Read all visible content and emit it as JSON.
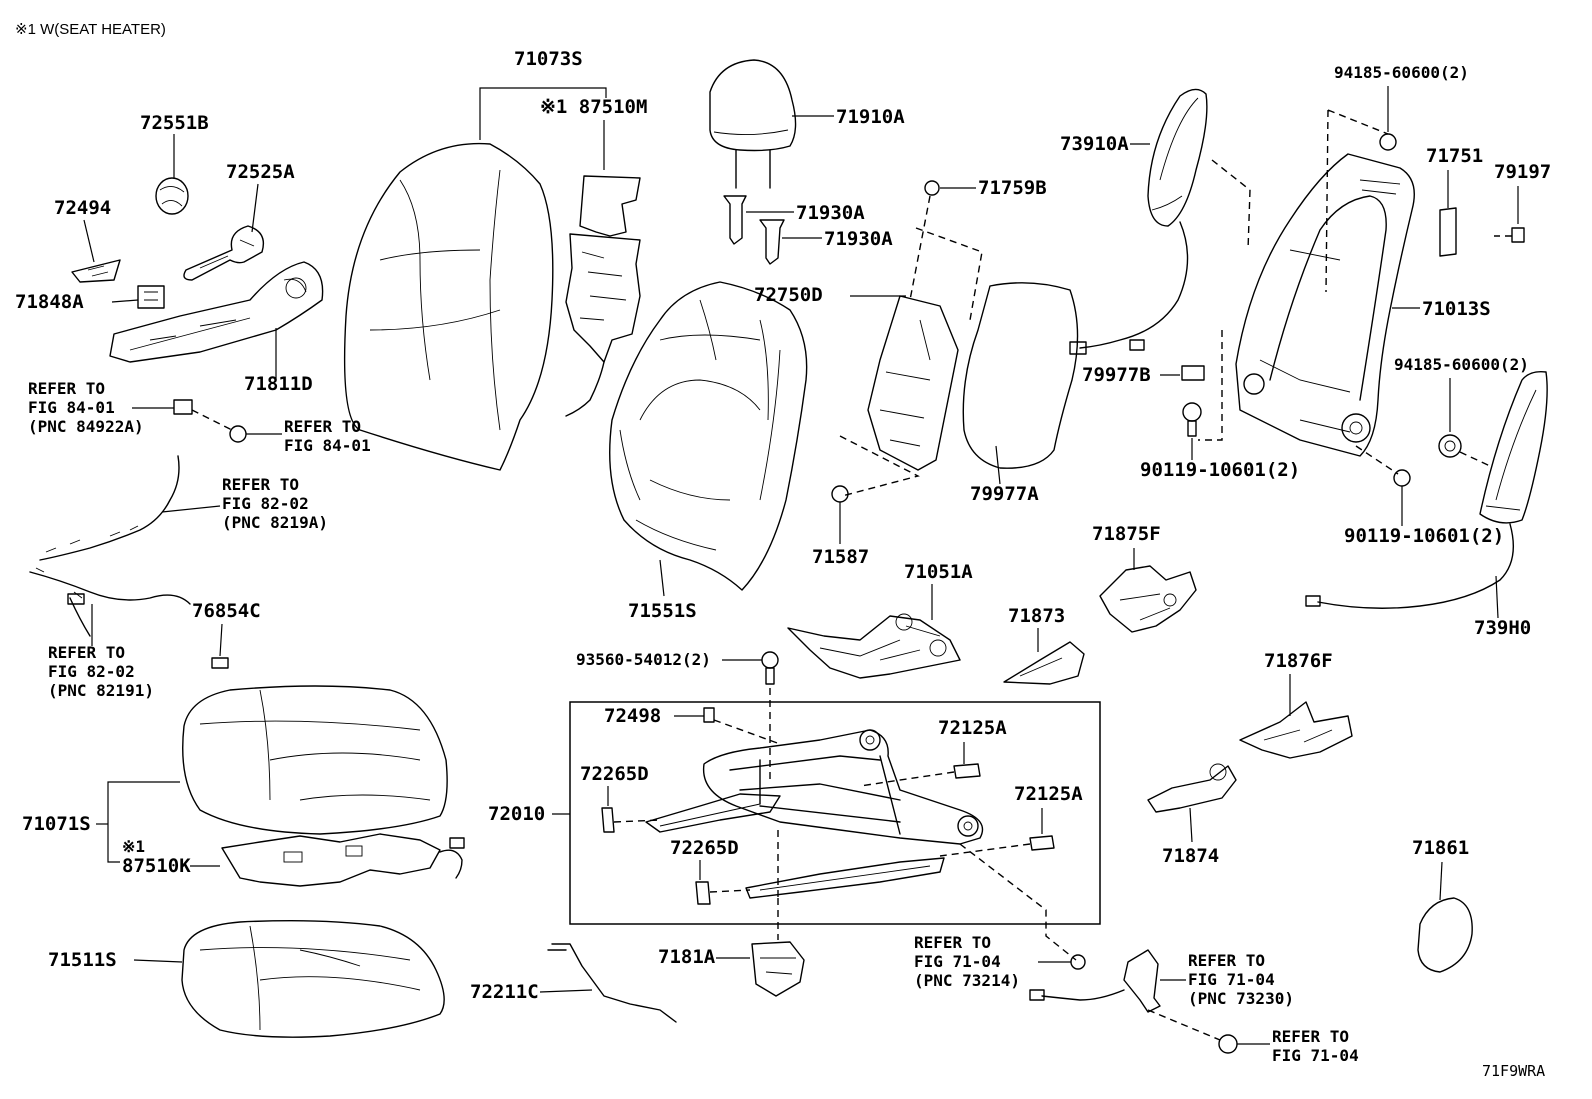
{
  "header_note": "※1 W(SEAT HEATER)",
  "diagram_code": "71F9WRA",
  "labels": {
    "p71073S": "71073S",
    "p87510M": "※1 87510M",
    "p72551B": "72551B",
    "p72525A": "72525A",
    "p72494": "72494",
    "p71848A": "71848A",
    "p71811D": "71811D",
    "p71910A": "71910A",
    "p71930A_1": "71930A",
    "p71930A_2": "71930A",
    "p71759B": "71759B",
    "p72750D": "72750D",
    "p73910A": "73910A",
    "p94185_1": "94185-60600(2)",
    "p71751": "71751",
    "p79197": "79197",
    "p71013S": "71013S",
    "p79977B": "79977B",
    "p94185_2": "94185-60600(2)",
    "p90119_1": "90119-10601(2)",
    "p90119_2": "90119-10601(2)",
    "p79977A": "79977A",
    "p71587": "71587",
    "p71551S": "71551S",
    "p71051A": "71051A",
    "p71875F": "71875F",
    "p71873": "71873",
    "p739H0": "739H0",
    "p76854C": "76854C",
    "p93560": "93560-54012(2)",
    "p72498": "72498",
    "p72125A_1": "72125A",
    "p72125A_2": "72125A",
    "p71876F": "71876F",
    "p72265D_1": "72265D",
    "p72265D_2": "72265D",
    "p72010": "72010",
    "p71071S": "71071S",
    "p87510K_mark": "※1",
    "p87510K": "87510K",
    "p71874": "71874",
    "p71861": "71861",
    "p71511S": "71511S",
    "p72211C": "72211C",
    "p7181A": "7181A"
  },
  "refs": {
    "r1": [
      "REFER TO",
      "FIG 84-01",
      "(PNC 84922A)"
    ],
    "r2": [
      "REFER TO",
      "FIG 84-01"
    ],
    "r3": [
      "REFER TO",
      "FIG 82-02",
      "(PNC 8219A)"
    ],
    "r4": [
      "REFER TO",
      "FIG 82-02",
      "(PNC 82191)"
    ],
    "r5": [
      "REFER TO",
      "FIG 71-04",
      "(PNC 73214)"
    ],
    "r6": [
      "REFER TO",
      "FIG 71-04",
      "(PNC 73230)"
    ],
    "r7": [
      "REFER TO",
      "FIG 71-04"
    ]
  }
}
